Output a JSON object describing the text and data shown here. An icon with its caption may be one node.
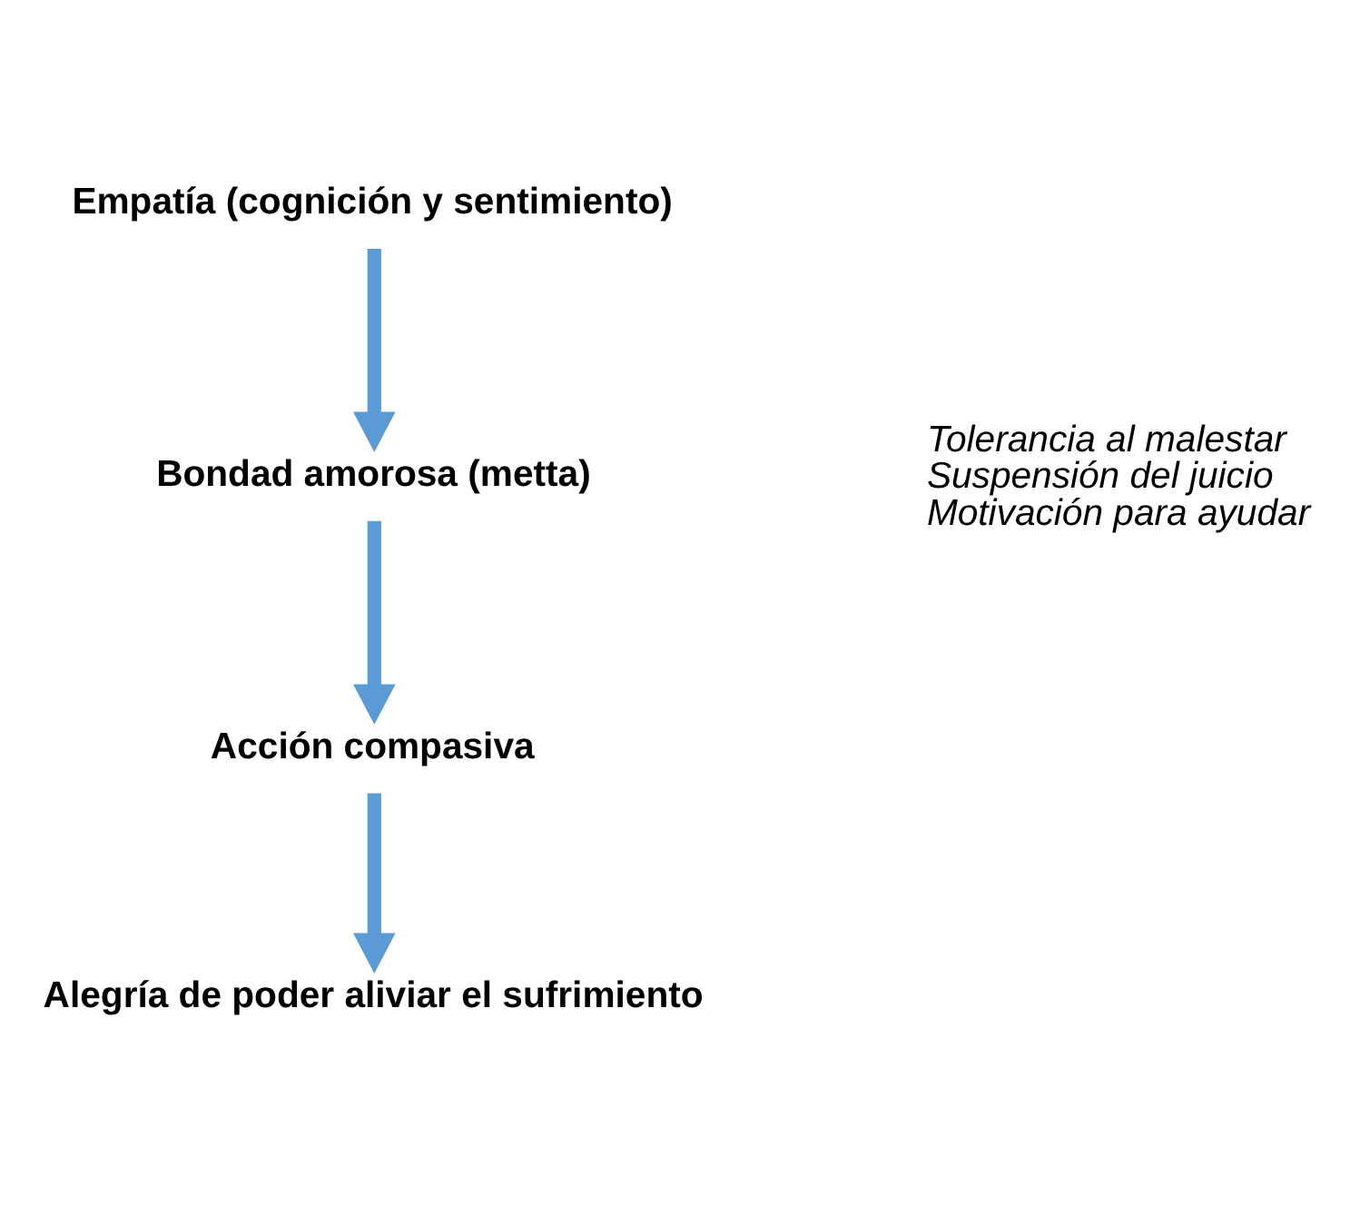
{
  "diagram": {
    "nodes": [
      {
        "text": [
          "Empatía (cognición y sentimiento)"
        ]
      },
      {
        "text": [
          "Bondad amorosa (metta)"
        ]
      },
      {
        "text": [
          "Acción compasiva"
        ]
      },
      {
        "text": [
          "Alegría de poder aliviar el sufrimiento"
        ]
      }
    ],
    "edges": [
      {
        "from": 0,
        "to": 1,
        "arrow": "to"
      },
      {
        "from": 1,
        "to": 2,
        "arrow": "to"
      },
      {
        "from": 2,
        "to": 3,
        "arrow": "to"
      }
    ],
    "labels": [
      "Tolerancia al malestar",
      "Suspensión del juicio",
      "Motivación para ayudar"
    ]
  }
}
